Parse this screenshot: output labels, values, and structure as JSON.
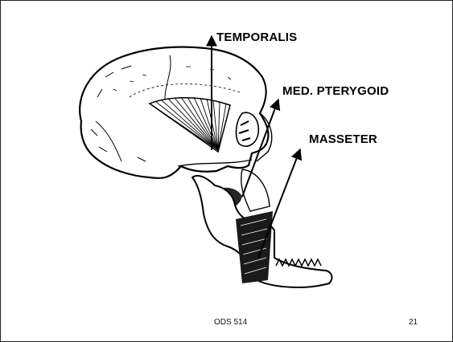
{
  "labels": {
    "temporalis": "TEMPORALIS",
    "medial_pterygoid": "MED. PTERYGOID",
    "masseter": "MASSETER"
  },
  "footer": {
    "course": "ODS 514",
    "slide_number": "21"
  },
  "colors": {
    "ink": "#000000",
    "background": "#ffffff"
  }
}
